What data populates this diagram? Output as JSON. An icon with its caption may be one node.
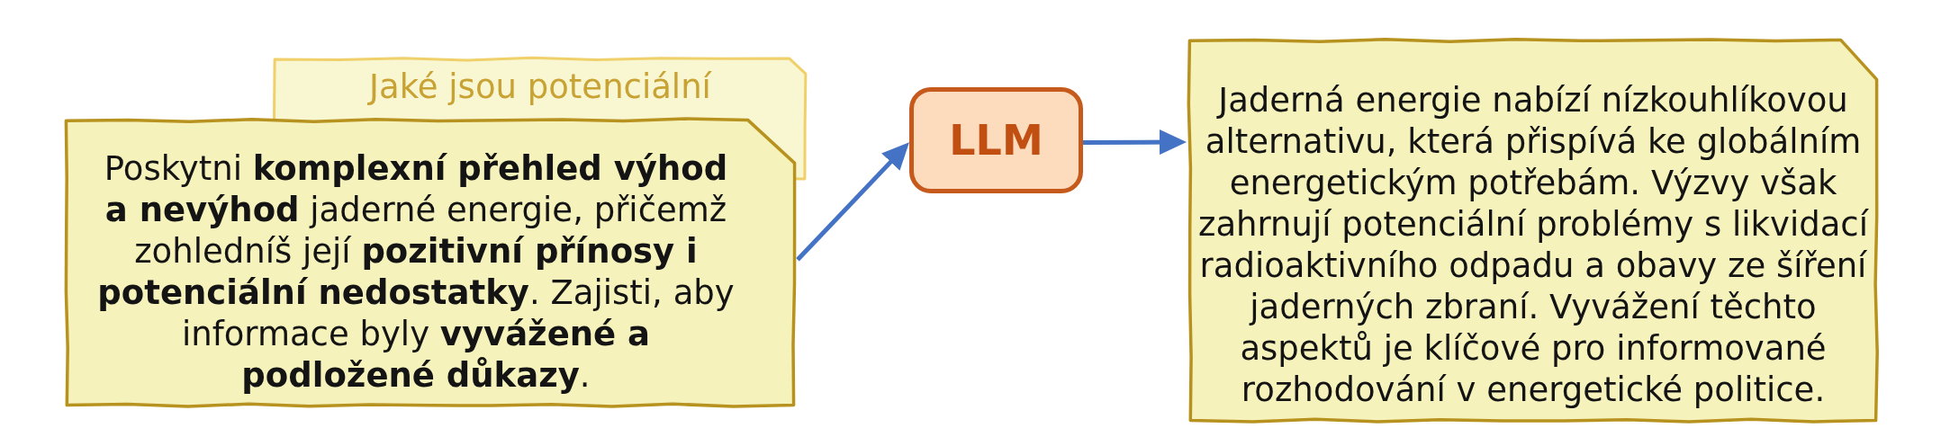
{
  "diagram": {
    "nodes": [
      {
        "text": [
          "Jaké jsou potenciální"
        ]
      },
      {
        "text": [
          "Poskytni **komplexní přehled výhod a nevýhod** jaderné energie, přičemž zohledníš její **pozitivní přínosy i potenciální nedostatky**. Zajisti, aby informace byly **vyvážené a podložené důkazy**."
        ]
      },
      {
        "text": [
          "LLM"
        ]
      },
      {
        "text": [
          "Jaderná energie nabízí nízkouhlíkovou alternativu, která přispívá ke globálním energetickým potřebám. Výzvy však zahrnují potenciální problémy s likvidací radioaktivního odpadu a obavy ze šíření jaderných zbraní. Vyvážení těchto aspektů je klíčové pro informované rozhodování v energetické politice."
        ]
      }
    ],
    "edges": [
      {
        "from": 1,
        "to": 2,
        "arrow": "to"
      },
      {
        "from": 2,
        "to": 3,
        "arrow": "to"
      }
    ]
  }
}
